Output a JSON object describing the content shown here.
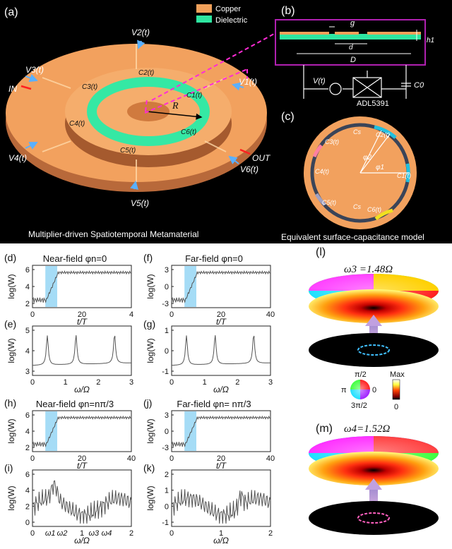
{
  "panel_a": {
    "tag": "(a)",
    "caption": "Multiplier-driven Spatiotemporal Metamaterial",
    "legend": {
      "copper": "Copper",
      "dielectric": "Dielectric"
    },
    "colors": {
      "copper": "#f0a05a",
      "dielectric": "#2ee6a0",
      "magenta": "#ff2bd6"
    },
    "ports": {
      "in": "IN",
      "out": "OUT"
    },
    "voltages": [
      "V1(t)",
      "V2(t)",
      "V3(t)",
      "V4(t)",
      "V5(t)",
      "V6(t)"
    ],
    "capacitors": [
      "C1(t)",
      "C2(t)",
      "C3(t)",
      "C4(t)",
      "C5(t)",
      "C6(t)"
    ],
    "radius": "R"
  },
  "panel_b": {
    "tag": "(b)",
    "dims": {
      "g": "g",
      "d": "d",
      "D": "D",
      "h1": "h1"
    },
    "source": "V(t)",
    "chip": "ADL5391",
    "cap": "C0"
  },
  "panel_c": {
    "tag": "(c)",
    "caption": "Equivalent surface-capacitance model",
    "caps": [
      "C1(t)",
      "C2(t)",
      "C3(t)",
      "C4(t)",
      "C5(t)",
      "C6(t)"
    ],
    "cs": "Cs",
    "angles": [
      "φ1",
      "φ2"
    ]
  },
  "plots": {
    "d": {
      "tag": "(d)",
      "title": "Near-field φn=0",
      "ylabel": "log(W)",
      "xlabel": "t/T",
      "yticks": [
        "6",
        "4",
        "2"
      ],
      "xticks": [
        "0",
        "20",
        "4"
      ]
    },
    "e": {
      "tag": "(e)",
      "ylabel": "log(W)",
      "xlabel": "ω/Ω",
      "yticks": [
        "5",
        "4",
        "3"
      ],
      "xticks": [
        "0",
        "1",
        "2",
        "3"
      ]
    },
    "f": {
      "tag": "(f)",
      "title": "Far-field φn=0",
      "ylabel": "log(W)",
      "xlabel": "t/T",
      "yticks": [
        "3",
        "0",
        "-3"
      ],
      "xticks": [
        "0",
        "20",
        "40"
      ]
    },
    "g": {
      "tag": "(g)",
      "ylabel": "log(W)",
      "xlabel": "ω/Ω",
      "yticks": [
        "1",
        "0",
        "-1"
      ],
      "xticks": [
        "0",
        "1",
        "2",
        "3"
      ]
    },
    "h": {
      "tag": "(h)",
      "title": "Near-field φn=nπ/3",
      "ylabel": "log(W)",
      "xlabel": "t/T",
      "yticks": [
        "6",
        "4",
        "2"
      ],
      "xticks": [
        "0",
        "20",
        "40"
      ]
    },
    "i": {
      "tag": "(i)",
      "ylabel": "log(W)",
      "xlabel": "ω/Ω",
      "yticks": [
        "6",
        "4",
        "2",
        "0"
      ],
      "xticks": [
        "0",
        "1",
        "2"
      ],
      "marks": [
        "ω1",
        "ω2",
        "ω3",
        "ω4"
      ]
    },
    "j": {
      "tag": "(j)",
      "title": "Far-field φn= nπ/3",
      "ylabel": "log(W)",
      "xlabel": "t/T",
      "yticks": [
        "3",
        "0",
        "-3"
      ],
      "xticks": [
        "0",
        "20",
        "40"
      ]
    },
    "k": {
      "tag": "(k)",
      "ylabel": "log(W)",
      "xlabel": "ω/Ω",
      "yticks": [
        "2",
        "1",
        "0",
        "-1"
      ],
      "xticks": [
        "0",
        "1",
        "2"
      ]
    }
  },
  "panel_l": {
    "tag": "(l)",
    "title": "ω3 =1.48Ω"
  },
  "panel_m": {
    "tag": "(m)",
    "title": "ω4=1.52Ω"
  },
  "colorbars": {
    "phase": [
      "π/2",
      "π",
      "0",
      "3π/2"
    ],
    "magnitude": [
      "Max",
      "0"
    ]
  }
}
